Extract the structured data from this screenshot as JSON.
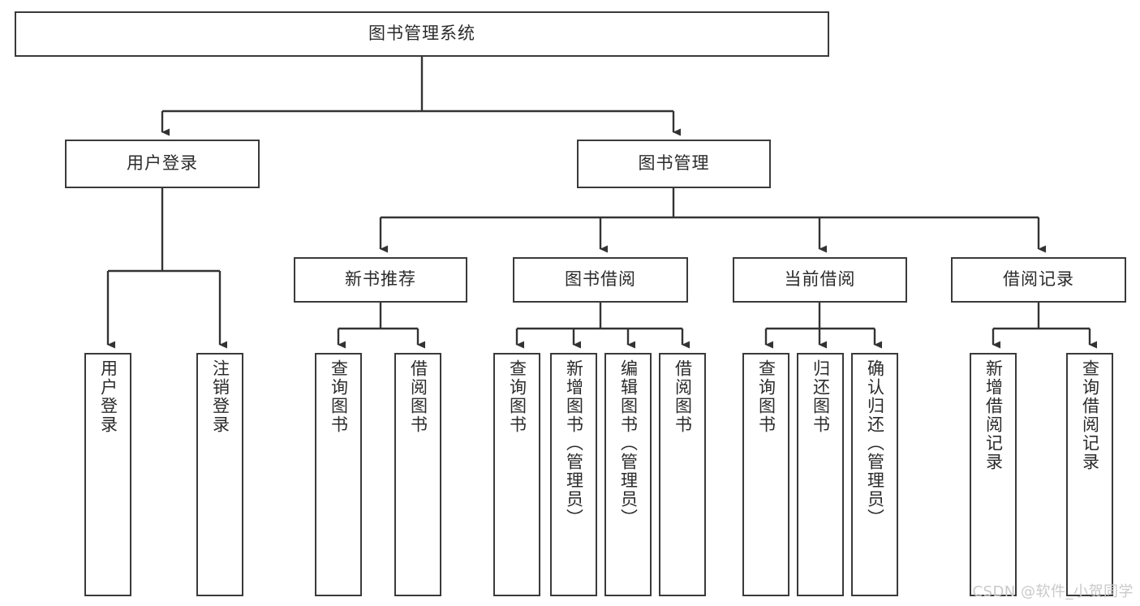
{
  "diagram": {
    "type": "tree",
    "title": "图书管理系统",
    "colors": {
      "background": "#ffffff",
      "border": "#3a3a3a",
      "text": "#2b2b2b",
      "edge": "#333333",
      "watermark": "#c9c9c9"
    },
    "root": {
      "label": "图书管理系统"
    },
    "level2": [
      {
        "label": "用户登录"
      },
      {
        "label": "图书管理"
      }
    ],
    "level3": [
      {
        "label": "新书推荐"
      },
      {
        "label": "图书借阅"
      },
      {
        "label": "当前借阅"
      },
      {
        "label": "借阅记录"
      }
    ],
    "leaves": {
      "user_login": [
        {
          "label": "用户登录"
        },
        {
          "label": "注销登录"
        }
      ],
      "new_book": [
        {
          "label": "查询图书"
        },
        {
          "label": "借阅图书"
        }
      ],
      "book_borrow": [
        {
          "label": "查询图书"
        },
        {
          "label": "新增图书（管理员）"
        },
        {
          "label": "编辑图书（管理员）"
        },
        {
          "label": "借阅图书"
        }
      ],
      "current_borrow": [
        {
          "label": "查询图书"
        },
        {
          "label": "归还图书"
        },
        {
          "label": "确认归还（管理员）"
        }
      ],
      "borrow_record": [
        {
          "label": "新增借阅记录"
        },
        {
          "label": "查询借阅记录"
        }
      ]
    }
  },
  "watermark": {
    "text": "CSDN @软件_小贺同学"
  }
}
